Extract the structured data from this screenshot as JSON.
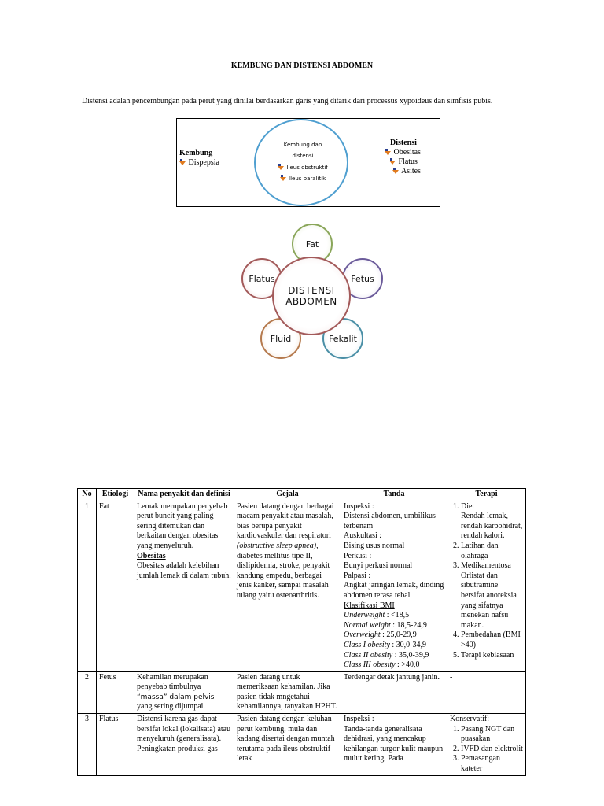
{
  "title": "KEMBUNG DAN DISTENSI ABDOMEN",
  "intro": "Distensi adalah pencembungan pada perut yang dinilai berdasarkan garis yang ditarik dari processus xypoideus dan simfisis pubis.",
  "box": {
    "left_heading": "Kembung",
    "left_items": [
      "Dispepsia"
    ],
    "center_lines": [
      "Kembung dan",
      "distensi"
    ],
    "center_items": [
      "Ileus obstruktif",
      "Ileus paralitik"
    ],
    "right_heading": "Distensi",
    "right_items": [
      "Obesitas",
      "Flatus",
      "Asites"
    ]
  },
  "diagram": {
    "center": [
      "DISTENSI",
      "ABDOMEN"
    ],
    "petals": [
      {
        "label": "Fat",
        "color": "#8aa65a"
      },
      {
        "label": "Fetus",
        "color": "#6b5b9a"
      },
      {
        "label": "Fekalit",
        "color": "#4a8fa6"
      },
      {
        "label": "Fluid",
        "color": "#b57a4e"
      },
      {
        "label": "Flatus",
        "color": "#a35a5a"
      }
    ],
    "center_color": "#a35a5a"
  },
  "table": {
    "headers": [
      "No",
      "Etiologi",
      "Nama penyakit dan definisi",
      "Gejala",
      "Tanda",
      "Terapi"
    ],
    "row1": {
      "no": "1",
      "etiologi": "Fat",
      "nama": "Lemak merupakan penyebab perut buncit yang paling sering ditemukan dan berkaitan dengan obesitas yang menyeluruh.",
      "nama_sub": "Obesitas",
      "nama_sub_text": "Obesitas adalah kelebihan jumlah lemak di dalam tubuh.",
      "gejala_pre": "Pasien datang dengan berbagai macam penyakit atau masalah, bias berupa penyakit kardiovaskuler dan respiratori",
      "gejala_it": "(obstructive sleep apnea)",
      "gejala_post": ", diabetes mellitus tipe II, dislipidemia, stroke, penyakit kandung empedu, berbagai jenis kanker, sampai masalah tulang yaitu osteoarthritis.",
      "tanda_lines": [
        "Inspeksi :",
        "Distensi abdomen, umbilikus terbenam",
        "Auskultasi :",
        "Bising usus normal",
        "Perkusi :",
        "Bunyi perkusi normal",
        "Palpasi :",
        "Angkat jaringan lemak, dinding abdomen terasa tebal"
      ],
      "bmi_heading": "Klasifikasi BMI",
      "bmi": [
        {
          "label": "Underweight",
          "value": " : <18,5"
        },
        {
          "label": "Normal weight",
          "value": " : 18,5-24,9"
        },
        {
          "label": "Overweight",
          "value": " : 25,0-29,9"
        },
        {
          "label": "Class I obesity",
          "value": " : 30,0-34,9"
        },
        {
          "label": "Class II obesity",
          "value": " : 35,0-39,9"
        },
        {
          "label": "Class III obesity",
          "value": " : >40,0"
        }
      ],
      "terapi": [
        {
          "title": "Diet",
          "detail": "Rendah lemak, rendah karbohidrat, rendah kalori."
        },
        {
          "title": "Latihan dan olahraga",
          "detail": ""
        },
        {
          "title": "Medikamentosa",
          "detail": "Orlistat dan sibutramine bersifat anoreksia yang sifatnya menekan nafsu makan."
        },
        {
          "title": "Pembedahan (BMI >40)",
          "detail": ""
        },
        {
          "title": "Terapi kebiasaan",
          "detail": ""
        }
      ]
    },
    "row2": {
      "no": "2",
      "etiologi": "Fetus",
      "nama_pre": "Kehamilan merupakan penyebab timbulnya",
      "nama_quote": "“massa” dalam pelvis",
      "nama_post": "yang sering dijumpai.",
      "gejala": "Pasien datang untuk memeriksaan kehamilan. Jika pasien tidak mngetahui kehamilannya, tanyakan HPHT.",
      "tanda": "Terdengar detak jantung janin.",
      "terapi": "-"
    },
    "row3": {
      "no": "3",
      "etiologi": "Flatus",
      "nama": "Distensi karena gas dapat bersifat lokal (lokalisata) atau menyeluruh (generalisata). Peningkatan produksi gas",
      "gejala": "Pasien datang dengan keluhan perut kembung, mula dan kadang disertai dengan muntah terutama pada ileus obstruktif letak",
      "tanda_lines": [
        "Inspeksi :",
        "Tanda-tanda generalisata dehidrasi, yang mencakup kehilangan turgor kulit maupun mulut kering. Pada"
      ],
      "terapi_heading": "Konservatif:",
      "terapi": [
        "Pasang NGT dan puasakan",
        "IVFD dan elektrolit",
        "Pemasangan kateter"
      ]
    }
  }
}
